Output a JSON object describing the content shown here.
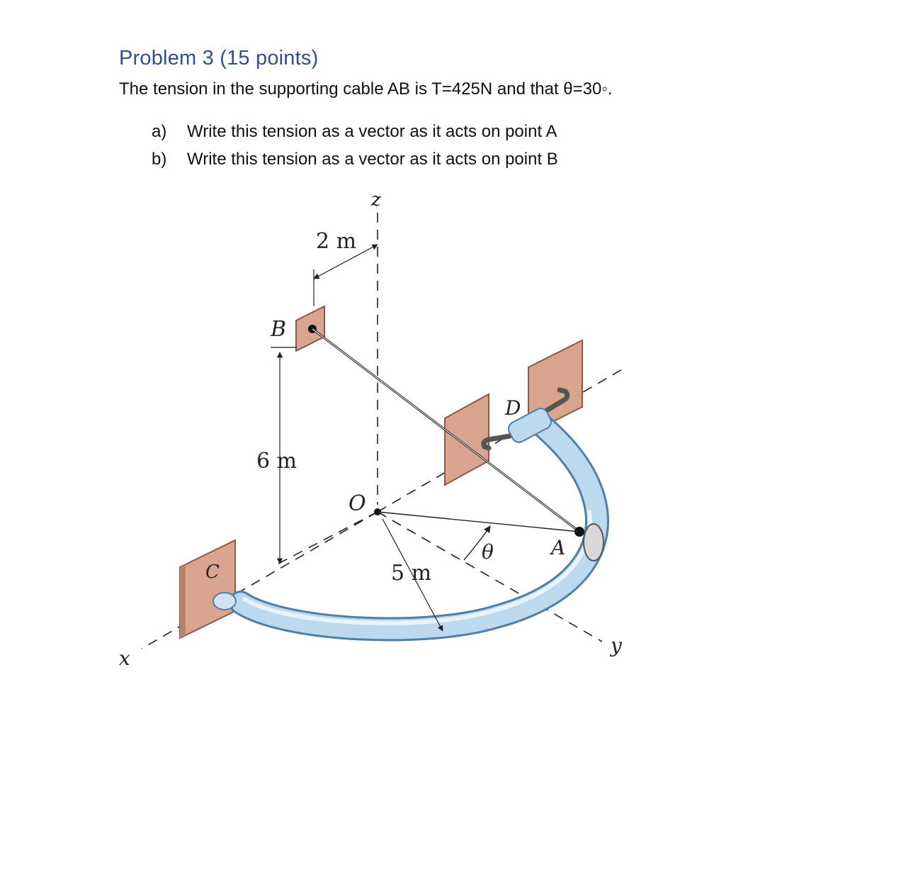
{
  "problem": {
    "heading": "Problem 3 (15 points)",
    "statement": "The tension in the supporting cable AB is T=425N and that θ=30◦.",
    "parts": [
      {
        "marker": "a)",
        "text": "Write this tension as a vector as it acts on point A"
      },
      {
        "marker": "b)",
        "text": "Write this tension as a vector as it acts on point B"
      }
    ]
  },
  "figure": {
    "labels": {
      "z_axis": "z",
      "x_axis": "x",
      "y_axis": "y",
      "origin": "O",
      "point_a": "A",
      "point_b": "B",
      "point_c": "C",
      "point_d": "D",
      "dim_horizontal": "2 m",
      "dim_vertical": "6 m",
      "dim_radius": "5 m",
      "angle": "θ"
    },
    "colors": {
      "bracket": "#d9a58e",
      "bracket_edge": "#8a5a48",
      "pipe": "#bcd9ee",
      "pipe_edge": "#4f7fa6",
      "line": "#222222"
    }
  }
}
